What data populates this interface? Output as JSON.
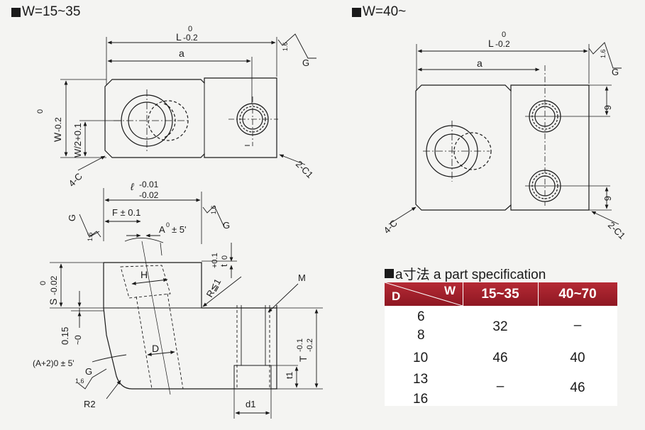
{
  "titles": {
    "top_left": "W=15~35",
    "top_right": "W=40~",
    "spec": "a寸法 a part specification"
  },
  "dims_left": {
    "L_top": "0",
    "L_main": "L",
    "L_sub": "-0.2",
    "a": "a",
    "rough_top": "1.6",
    "G_top": "G",
    "W_top": "0",
    "W_main": "W",
    "W_sub": "-0.2",
    "W2": "W/2+0.1",
    "c4": "4-C",
    "c2": "2-C1"
  },
  "dims_right": {
    "L_top": "0",
    "L_main": "L",
    "L_sub": "-0.2",
    "a": "a",
    "rough": "1.6",
    "G": "G",
    "six_a": "6",
    "six_b": "6",
    "c4": "4-C",
    "c2": "2-C1"
  },
  "dims_side": {
    "ell": "ℓ",
    "ell_up": "-0.01",
    "ell_low": "-0.02",
    "G_left": "G",
    "rough_left": "1.6",
    "F": "F ± 0.1",
    "A": "A",
    "A_deg": "0",
    "A_tol": "± 5'",
    "rough_right": "1.6",
    "G_right": "G",
    "S_top": "0",
    "S_main": "S",
    "S_sub": "-0.02",
    "H": "H",
    "t_main": "t",
    "t_tol": "+0.1",
    "t_zero": "0",
    "R": "R≦1",
    "M": "M",
    "gap_main": "0.15",
    "gap_sub": "~0",
    "D": "D",
    "T_main": "T",
    "T_up": "-0.1",
    "T_low": "-0.2",
    "A2": "(A+2)0 ± 5'",
    "G_bottom": "G",
    "rough_bottom": "1.6",
    "t1": "t1",
    "R2": "R2",
    "d1": "d1"
  },
  "spec_table": {
    "header_D": "D",
    "header_W": "W",
    "col_a": "15~35",
    "col_b": "40~70",
    "d_values": [
      "6",
      "8",
      "10",
      "13",
      "16"
    ],
    "a_6_8": "32",
    "b_6_8": "–",
    "a_10": "46",
    "b_10": "40",
    "a_13_16": "–",
    "b_13_16": "46"
  },
  "colors": {
    "header_red": "#9e1f2a",
    "line": "#1a1a1a"
  }
}
